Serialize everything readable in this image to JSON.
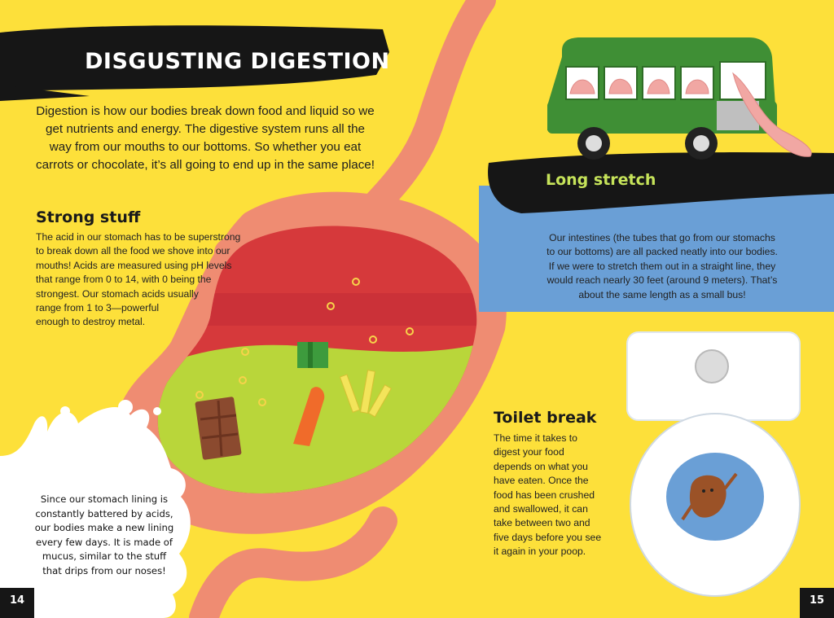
{
  "title": "DISGUSTING DIGESTION",
  "intro": "Digestion is how our bodies break down food and liquid so we get nutrients and energy. The digestive system runs all the way from our mouths to our bottoms. So whether you eat carrots or chocolate, it’s all going to end up in the same place!",
  "strong_stuff": {
    "heading": "Strong stuff",
    "lines": [
      "The acid in our stomach has to be superstrong",
      "to break down all the food we shove into our",
      "mouths! Acids are measured using pH levels",
      "that range from 0 to 14, with 0 being the",
      "strongest. Our stomach acids usually",
      "range from 1 to 3—powerful",
      "enough to destroy metal."
    ]
  },
  "long_stretch": {
    "heading": "Long stretch",
    "lines": [
      "Our intestines (the tubes that go from our stomachs",
      "to our bottoms) are all packed neatly into our bodies.",
      "If we were to stretch them out in a straight line, they",
      "would reach nearly 30 feet (around 9 meters). That’s",
      "about the same length as a small bus!"
    ]
  },
  "toilet_break": {
    "heading": "Toilet break",
    "lines": [
      "The time it takes to",
      "digest your food",
      "depends on what you",
      "have eaten. Once the",
      "food has been crushed",
      "and swallowed, it can",
      "take between two and",
      "five days before you see",
      "it again in your poop."
    ]
  },
  "stomach_note": {
    "lines": [
      "Since our stomach lining is",
      "constantly battered by acids,",
      "our bodies make a new lining",
      "every few days. It is made of",
      "mucus, similar to the stuff",
      "that drips from our noses!"
    ]
  },
  "page_numbers": {
    "left": "14",
    "right": "15"
  },
  "colors": {
    "background": "#fde03a",
    "brush": "#161616",
    "stomach_wall": "#ef8c72",
    "acid": "#d6393b",
    "food": "#b9d63a",
    "info_box": "#6a9fd6",
    "bus": "#3f8f35",
    "heading_green": "#c6e35a"
  }
}
